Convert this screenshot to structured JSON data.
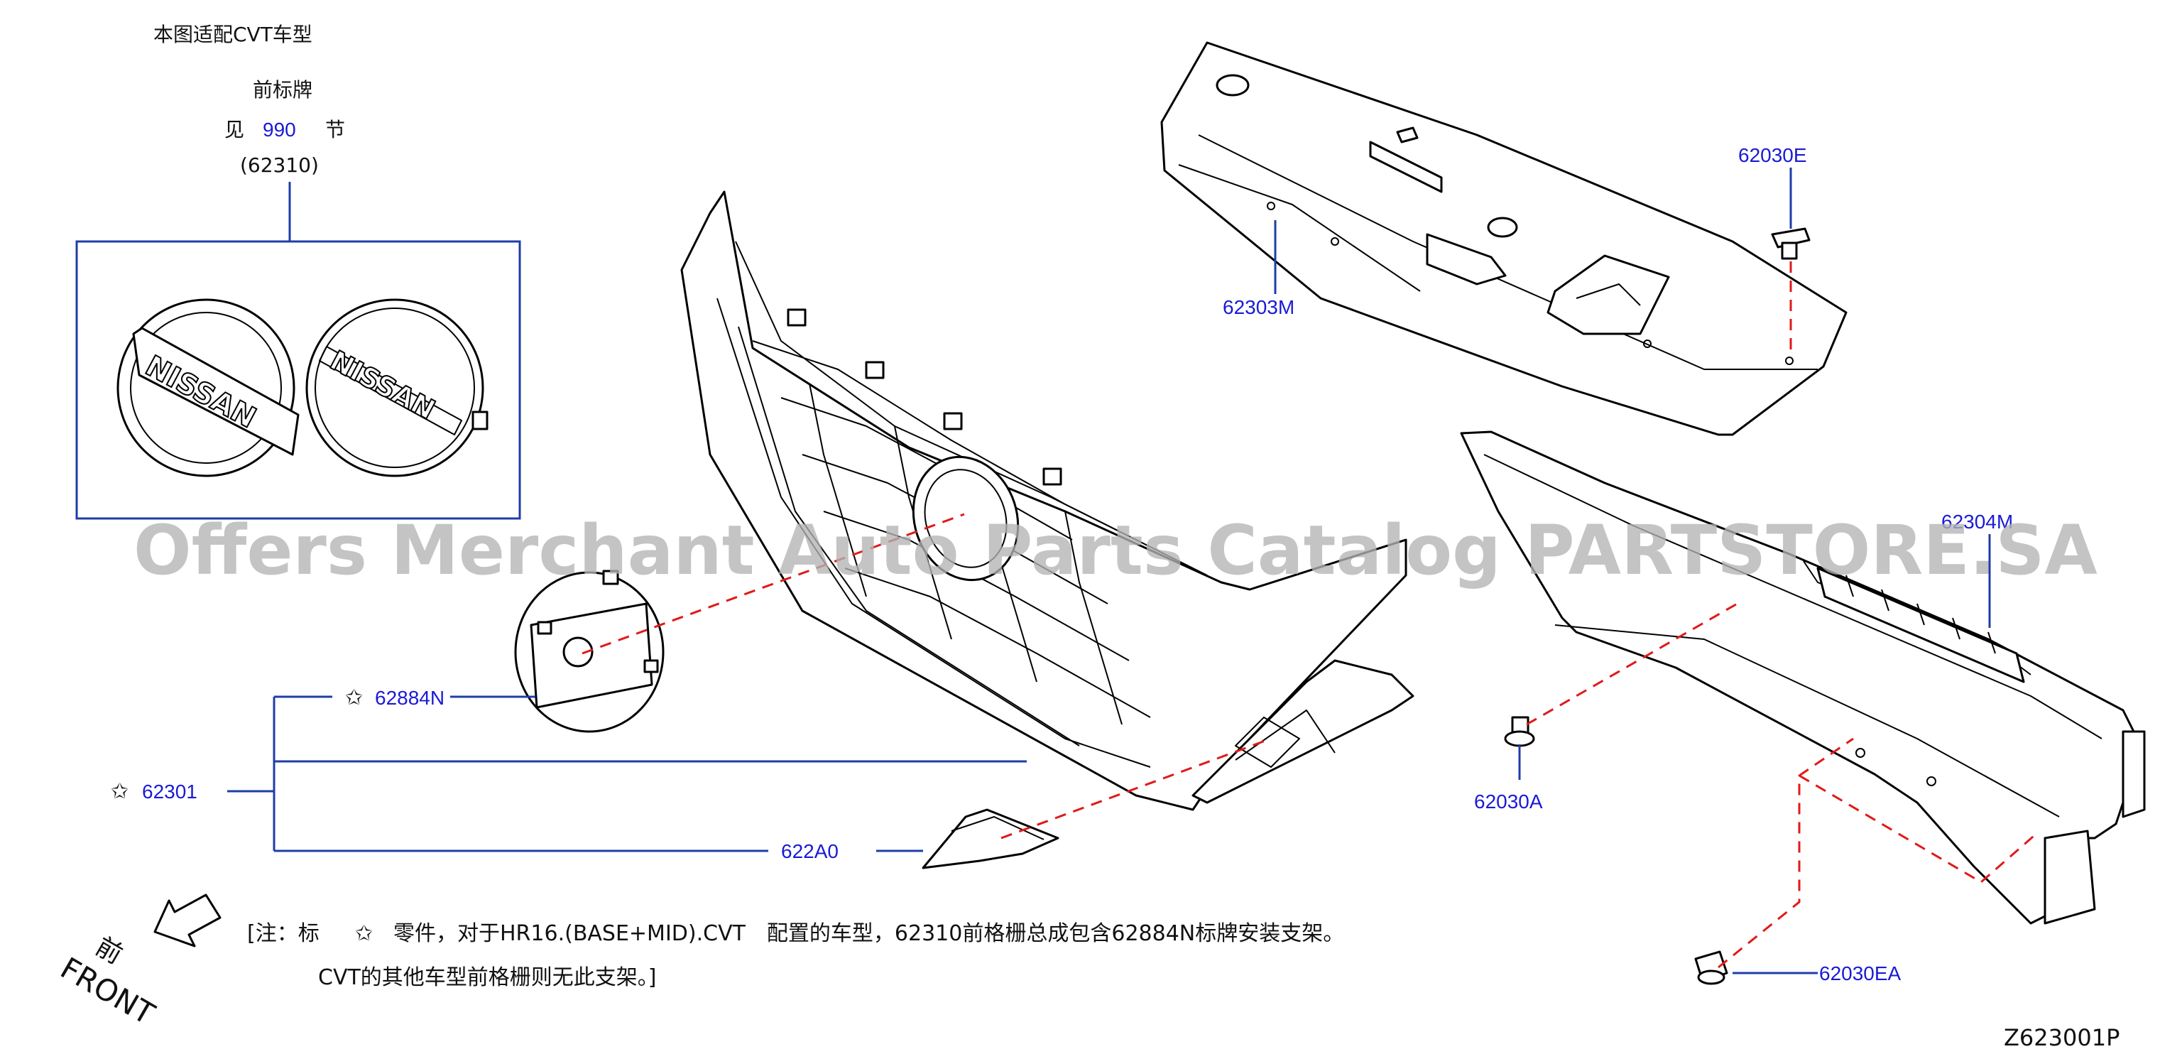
{
  "header": {
    "applicability": "本图适配CVT车型",
    "front_emblem": "前标牌",
    "see_prefix": "见",
    "see_section": "990",
    "see_suffix": "节",
    "emblem_part_code": "(62310)"
  },
  "emblem": {
    "logo_text": "NISSAN"
  },
  "callouts": {
    "p62030E": "62030E",
    "p62303M": "62303M",
    "p62304M": "62304M",
    "p62884N": "62884N",
    "p62301": "62301",
    "p622A0": "622A0",
    "p62030A": "62030A",
    "p62030EA": "62030EA"
  },
  "star_symbol": "✩",
  "watermark": "Offers Merchant Auto Parts Catalog PARTSTORE.SA",
  "note": {
    "line1_prefix": "[注：标",
    "line1_rest": "零件，对于HR16.(BASE+MID).CVT　配置的车型，62310前格栅总成包含62884N标牌安装支架。",
    "line2": "CVT的其他车型前格栅则无此支架。]"
  },
  "direction": {
    "label_cn": "前",
    "label_en": "FRONT"
  },
  "diagram_code": "Z623001P",
  "colors": {
    "callout_blue": "#1a1ad6",
    "leader_line": "#1f3ca8",
    "dashed_guide": "#e01a1a",
    "watermark": "#b4b4b4"
  }
}
